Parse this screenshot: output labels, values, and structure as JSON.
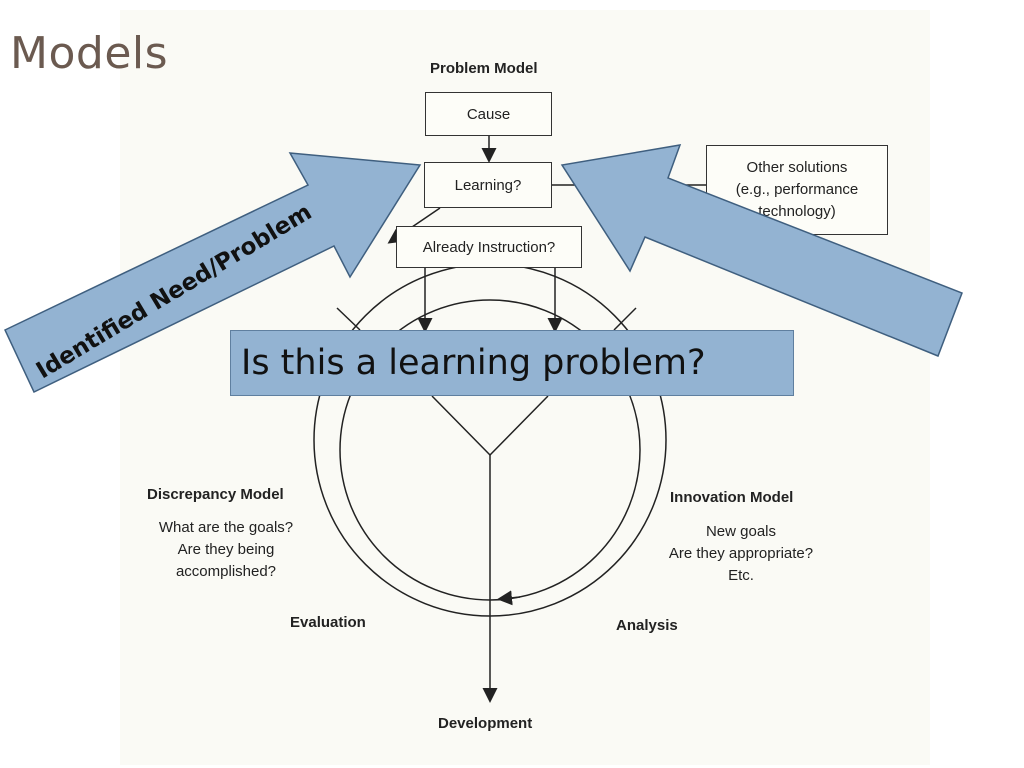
{
  "slide": {
    "title": "Models"
  },
  "diagram": {
    "problem_model_title": "Problem Model",
    "cause": "Cause",
    "learning": "Learning?",
    "already_instruction": "Already Instruction?",
    "other_solutions": [
      "Other solutions",
      "(e.g., performance",
      "technology)"
    ],
    "discrepancy_title": "Discrepancy Model",
    "discrepancy_lines": [
      "What are the goals?",
      "Are they being",
      "accomplished?"
    ],
    "innovation_title": "Innovation Model",
    "innovation_lines": [
      "New goals",
      "Are they appropriate?",
      "Etc."
    ],
    "evaluation": "Evaluation",
    "analysis": "Analysis",
    "development": "Development"
  },
  "overlays": {
    "question": "Is this a learning problem?",
    "arrow_label": "Identified Need/Problem",
    "arrow_color": "#93b3d2"
  }
}
